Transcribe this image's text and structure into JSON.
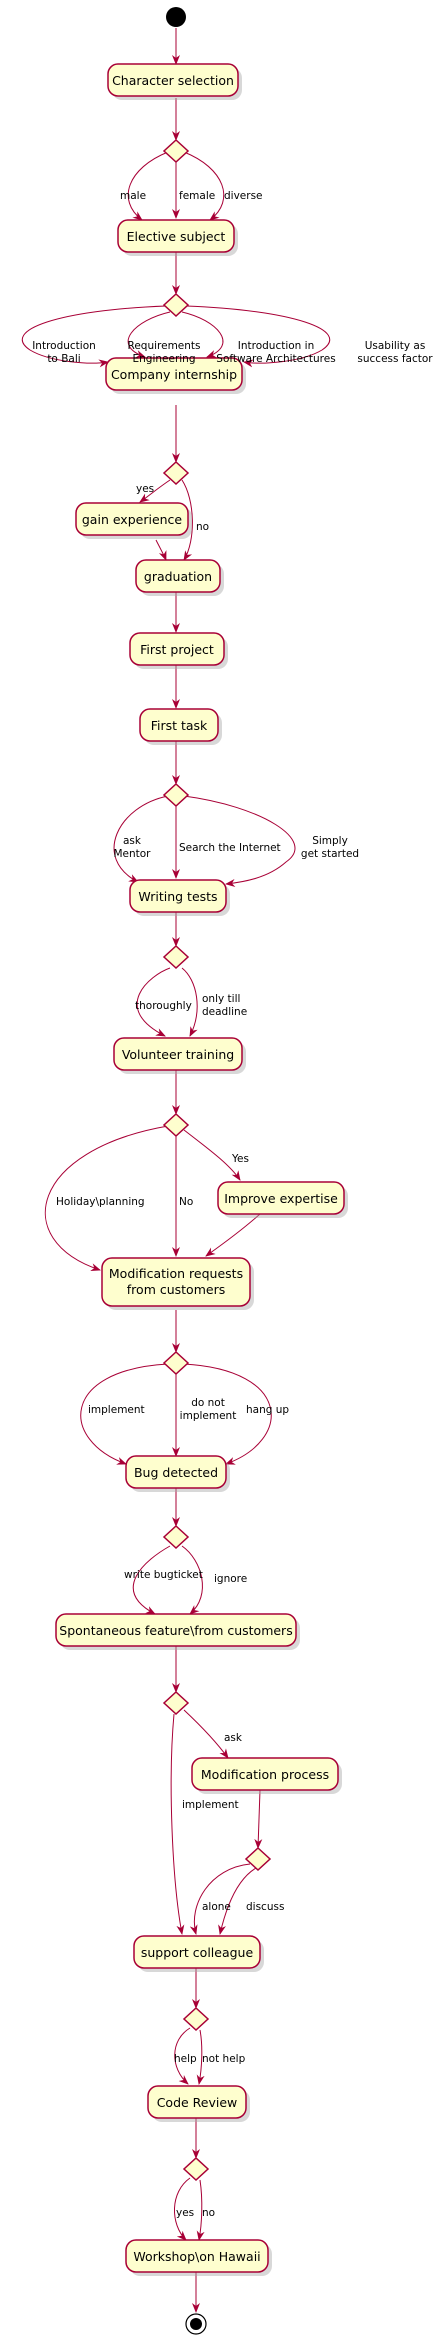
{
  "colors": {
    "box_fill": "#FEFECE",
    "stroke": "#A80036",
    "start": "#000000"
  },
  "nodes": {
    "character_selection": "Character selection",
    "elective_subject": "Elective subject",
    "company_internship": "Company internship",
    "gain_experience": "gain experience",
    "graduation": "graduation",
    "first_project": "First project",
    "first_task": "First task",
    "writing_tests": "Writing tests",
    "volunteer_training": "Volunteer training",
    "improve_expertise": "Improve expertise",
    "modification_requests": [
      "Modification requests",
      "from customers"
    ],
    "bug_detected": "Bug detected",
    "spontaneous_feature": "Spontaneous feature\\from customers",
    "modification_process": "Modification process",
    "support_colleague": "support colleague",
    "code_review": "Code Review",
    "workshop": "Workshop\\on Hawaii"
  },
  "edge_labels": {
    "male": "male",
    "female": "female",
    "diverse": "diverse",
    "intro_bali": [
      "Introduction",
      "to Bali"
    ],
    "req_eng": [
      "Requirements",
      "Engineering"
    ],
    "intro_sw": [
      "Introduction in",
      "Software Architectures"
    ],
    "usability": [
      "Usability as",
      "success factor"
    ],
    "yes1": "yes",
    "no1": "no",
    "ask_mentor": [
      "ask",
      "Mentor"
    ],
    "search_internet": "Search the Internet",
    "simply_start": [
      "Simply",
      "get started"
    ],
    "thoroughly": "thoroughly",
    "only_till": [
      "only till",
      "deadline"
    ],
    "yes_cap": "Yes",
    "holiday": "Holiday\\planning",
    "no_cap": "No",
    "implement1": "implement",
    "do_not_impl": [
      "do not",
      "implement"
    ],
    "hang_up": "hang up",
    "write_bug": "write bugticket",
    "ignore": "ignore",
    "ask": "ask",
    "implement2": "implement",
    "alone": "alone",
    "discuss": "discuss",
    "help": "help",
    "not_help": "not help",
    "yes2": "yes",
    "no2": "no"
  }
}
